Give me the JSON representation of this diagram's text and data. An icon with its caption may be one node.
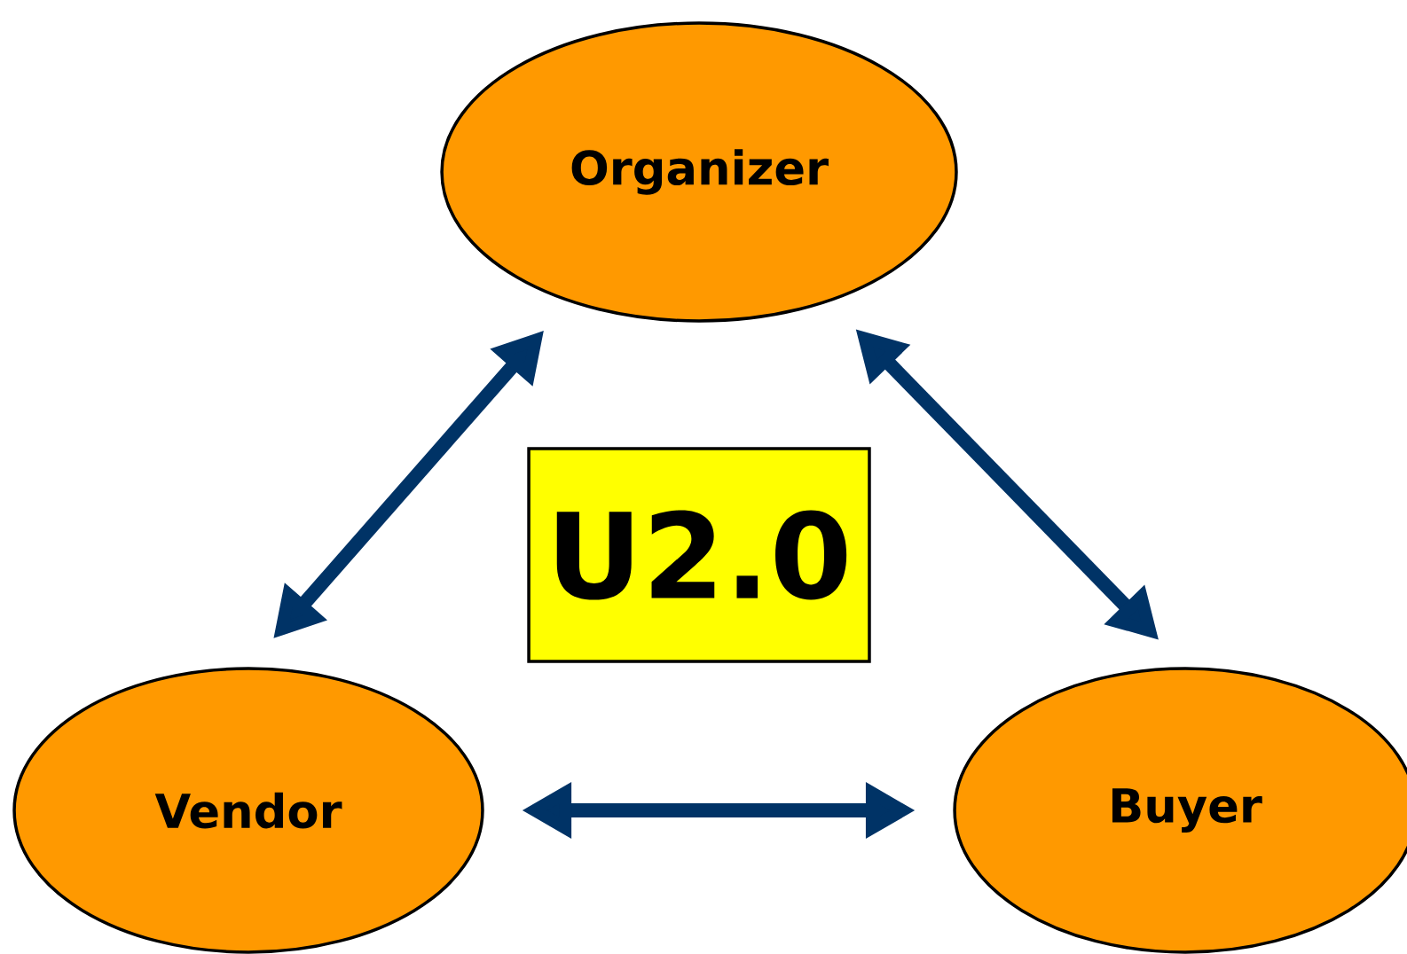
{
  "diagram": {
    "nodes": [
      {
        "text": [
          "Organizer"
        ]
      },
      {
        "text": [
          "Vendor"
        ]
      },
      {
        "text": [
          "Buyer"
        ]
      },
      {
        "text": [
          "U2.0"
        ]
      }
    ],
    "edges": [
      {
        "from": 1,
        "to": 0,
        "arrow": "both"
      },
      {
        "from": 0,
        "to": 2,
        "arrow": "both"
      },
      {
        "from": 1,
        "to": 2,
        "arrow": "both"
      }
    ]
  }
}
